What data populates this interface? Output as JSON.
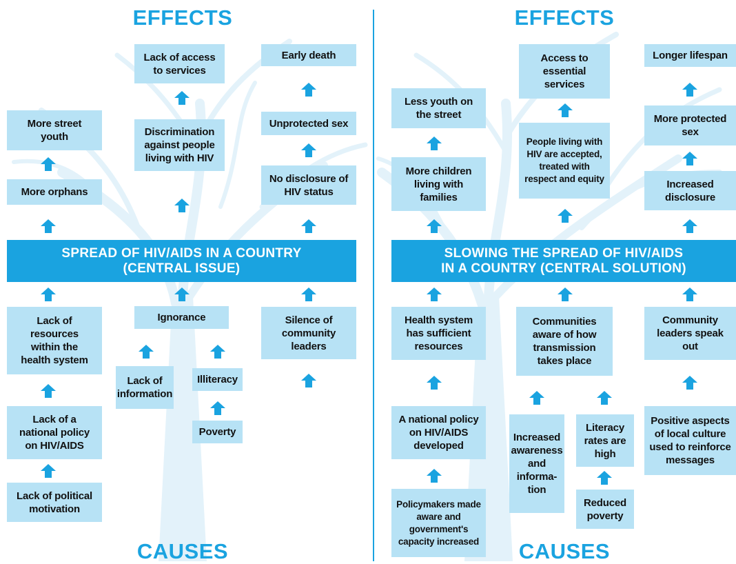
{
  "colors": {
    "accent": "#1aa3e0",
    "box_fill": "#b7e2f5",
    "tree": "#e3f2fa"
  },
  "left": {
    "effects_heading": "EFFECTS",
    "causes_heading": "CAUSES",
    "central": "SPREAD OF HIV/AIDS IN A COUNTRY\n(CENTRAL ISSUE)",
    "boxes": {
      "lack_access": "Lack of access\nto services",
      "early_death": "Early death",
      "more_street_youth": "More street\nyouth",
      "discrimination": "Discrimination\nagainst people\nliving with HIV",
      "unprotected_sex": "Unprotected sex",
      "more_orphans": "More orphans",
      "no_disclosure": "No disclosure of\nHIV status",
      "lack_resources": "Lack of\nresources\nwithin the\nhealth system",
      "ignorance": "Ignorance",
      "silence_leaders": "Silence of\ncommunity\nleaders",
      "lack_information": "Lack of\ninformation",
      "illiteracy": "Illiteracy",
      "poverty": "Poverty",
      "lack_national_policy": "Lack of a\nnational policy\non HIV/AIDS",
      "lack_political_motivation": "Lack of political\nmotivation"
    }
  },
  "right": {
    "effects_heading": "EFFECTS",
    "causes_heading": "CAUSES",
    "central": "SLOWING THE SPREAD OF HIV/AIDS\nIN A COUNTRY (CENTRAL SOLUTION)",
    "boxes": {
      "access_services": "Access to\nessential\nservices",
      "longer_lifespan": "Longer lifespan",
      "less_youth_street": "Less youth on\nthe street",
      "accepted": "People living with\nHIV are accepted,\ntreated with\nrespect and equity",
      "more_protected_sex": "More protected\nsex",
      "more_children_families": "More children\nliving with\nfamilies",
      "increased_disclosure": "Increased\ndisclosure",
      "health_sufficient": "Health system\nhas sufficient\nresources",
      "communities_aware": "Communities\naware of how\ntransmission\ntakes place",
      "leaders_speak_out": "Community\nleaders speak\nout",
      "national_policy_developed": "A national policy\non HIV/AIDS\ndeveloped",
      "increased_awareness": "Increased\nawareness\nand\ninforma-\ntion",
      "literacy_high": "Literacy\nrates are\nhigh",
      "positive_aspects": "Positive aspects\nof local culture\nused to reinforce\nmessages",
      "reduced_poverty": "Reduced\npoverty",
      "policymakers_aware": "Policymakers made\naware and\ngovernment's\ncapacity increased"
    }
  }
}
